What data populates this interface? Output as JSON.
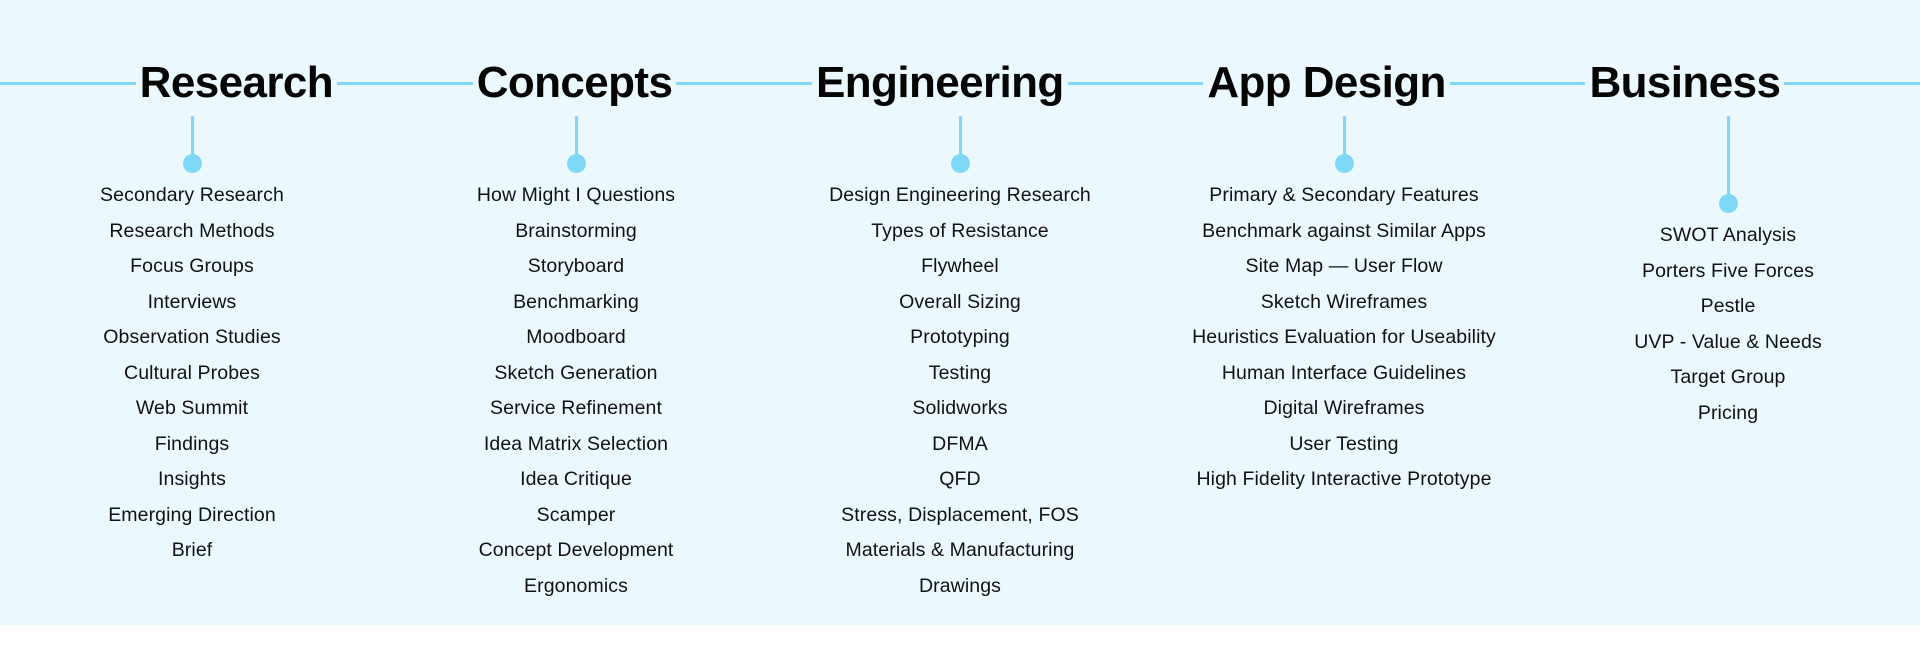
{
  "theme": {
    "background": "#ebf8fd",
    "accent": "#7fd8f7",
    "text": "#121212",
    "heading": "#050505",
    "footer_strip": "#ffffff"
  },
  "columns": [
    {
      "title": "Research",
      "stem": "short",
      "items": [
        "Secondary Research",
        "Research Methods",
        "Focus Groups",
        "Interviews",
        "Observation Studies",
        "Cultural Probes",
        "Web Summit",
        "Findings",
        "Insights",
        "Emerging Direction",
        "Brief"
      ]
    },
    {
      "title": "Concepts",
      "stem": "short",
      "items": [
        "How Might I Questions",
        "Brainstorming",
        "Storyboard",
        "Benchmarking",
        "Moodboard",
        "Sketch Generation",
        "Service Refinement",
        "Idea Matrix Selection",
        "Idea Critique",
        "Scamper",
        "Concept Development",
        "Ergonomics"
      ]
    },
    {
      "title": "Engineering",
      "stem": "short",
      "items": [
        "Design Engineering Research",
        "Types of Resistance",
        "Flywheel",
        "Overall Sizing",
        "Prototyping",
        "Testing",
        "Solidworks",
        "DFMA",
        "QFD",
        "Stress, Displacement, FOS",
        "Materials & Manufacturing",
        "Drawings"
      ]
    },
    {
      "title": "App Design",
      "stem": "short",
      "items": [
        "Primary & Secondary Features",
        "Benchmark against Similar Apps",
        "Site Map — User Flow",
        "Sketch Wireframes",
        "Heuristics Evaluation for Useability",
        "Human Interface Guidelines",
        "Digital Wireframes",
        "User Testing",
        "High Fidelity Interactive Prototype"
      ]
    },
    {
      "title": "Business",
      "stem": "long",
      "items": [
        "SWOT Analysis",
        "Porters Five Forces",
        "Pestle",
        "UVP - Value & Needs",
        "Target Group",
        "Pricing"
      ]
    }
  ]
}
